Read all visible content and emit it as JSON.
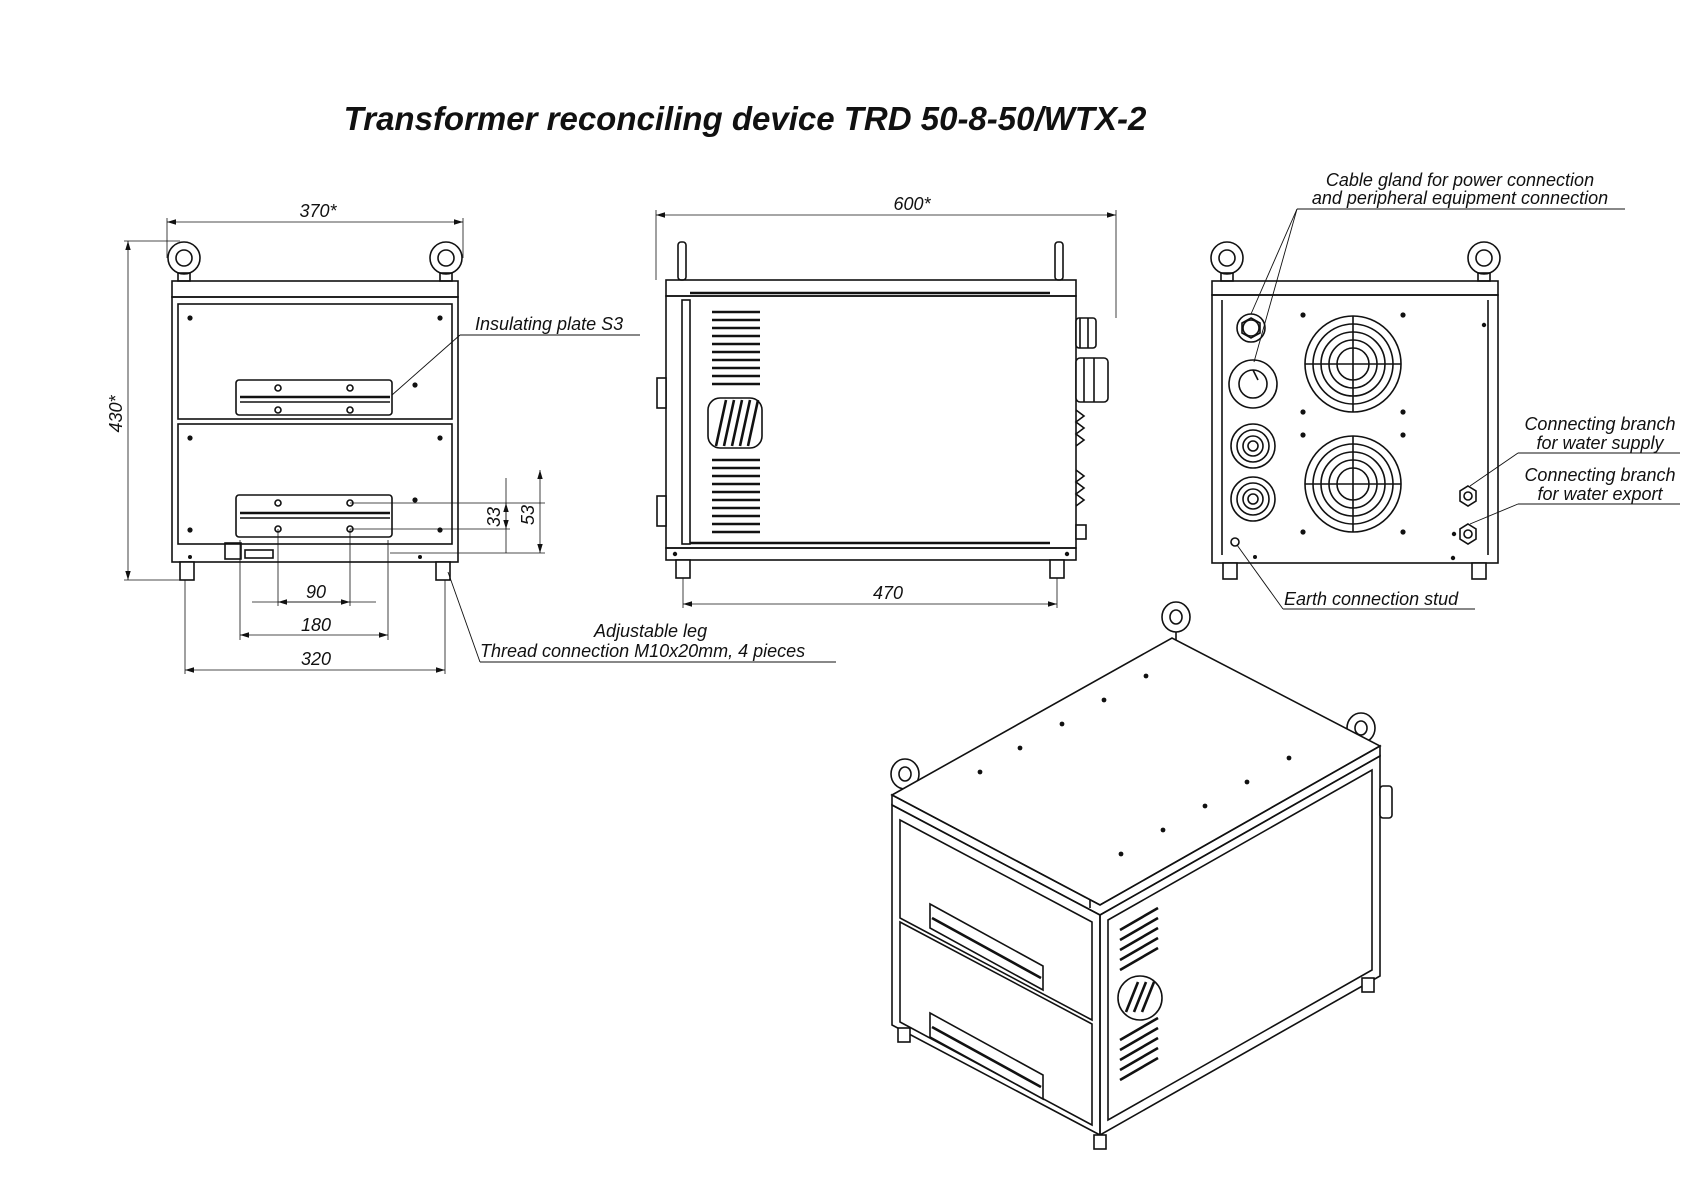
{
  "title": "Transformer reconciling device TRD 50-8-50/WTX-2",
  "dimensions": {
    "front_width": "370*",
    "front_height": "430*",
    "side_length": "600*",
    "side_leg_spacing": "470",
    "handle_hole_spacing": "90",
    "handle_length": "180",
    "leg_spacing": "320",
    "handle_height_small": "33",
    "handle_height_large": "53"
  },
  "callouts": {
    "insulating_plate": "Insulating plate S3",
    "adjustable_leg": "Adjustable leg",
    "thread_connection": "Thread connection M10x20mm, 4 pieces",
    "cable_gland_line1": "Cable gland for power connection",
    "cable_gland_line2": "and peripheral equipment connection",
    "water_supply_line1": "Connecting branch",
    "water_supply_line2": "for water supply",
    "water_export_line1": "Connecting branch",
    "water_export_line2": "for water export",
    "earth_stud": "Earth connection stud"
  },
  "colors": {
    "line": "#111111",
    "background": "#ffffff"
  }
}
